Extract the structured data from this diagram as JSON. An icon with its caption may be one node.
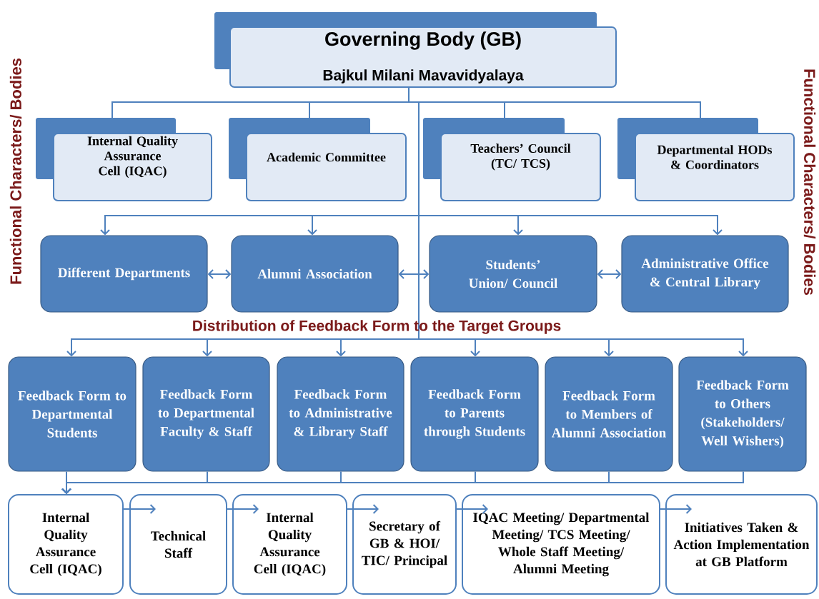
{
  "diagram": {
    "nodes": [
      {
        "text": [
          "Governing Body (GB)",
          "Bajkul Milani Mavavidyalaya"
        ]
      },
      {
        "text": [
          "Internal Quality Assurance Cell (IQAC)"
        ]
      },
      {
        "text": [
          "Academic Committee"
        ]
      },
      {
        "text": [
          "Teachers’ Council (TC/ TCS)"
        ]
      },
      {
        "text": [
          "Departmental HODs & Coordinators"
        ]
      },
      {
        "text": [
          "Different Departments"
        ]
      },
      {
        "text": [
          "Alumni Association"
        ]
      },
      {
        "text": [
          "Students’ Union/ Council"
        ]
      },
      {
        "text": [
          "Administrative Office & Central Library"
        ]
      },
      {
        "text": [
          "Feedback Form to Departmental Students"
        ]
      },
      {
        "text": [
          "Feedback Form to Departmental Faculty & Staff"
        ]
      },
      {
        "text": [
          "Feedback Form to Administrative & Library Staff"
        ]
      },
      {
        "text": [
          "Feedback Form to Parents through Students"
        ]
      },
      {
        "text": [
          "Feedback Form to Members of Alumni Association"
        ]
      },
      {
        "text": [
          "Feedback Form to Others (Stakeholders/ Well Wishers)"
        ]
      },
      {
        "text": [
          "Internal Quality Assurance Cell (IQAC)"
        ]
      },
      {
        "text": [
          "Technical Staff"
        ]
      },
      {
        "text": [
          "Internal Quality Assurance Cell (IQAC)"
        ]
      },
      {
        "text": [
          "Secretary of GB & HOI/ TIC/ Principal"
        ]
      },
      {
        "text": [
          "IQAC Meeting/ Departmental Meeting/ TCS Meeting/ Whole Staff Meeting/ Alumni Meeting"
        ]
      },
      {
        "text": [
          "Initiatives Taken & Action Implementation at GB Platform"
        ]
      }
    ],
    "edges": [
      {
        "from": 0,
        "to": 1,
        "arrow": "none"
      },
      {
        "from": 0,
        "to": 2,
        "arrow": "none"
      },
      {
        "from": 0,
        "to": 3,
        "arrow": "none"
      },
      {
        "from": 0,
        "to": 4,
        "arrow": "none"
      },
      {
        "from": 0,
        "to": 5,
        "arrow": "to"
      },
      {
        "from": 0,
        "to": 6,
        "arrow": "to"
      },
      {
        "from": 0,
        "to": 7,
        "arrow": "to"
      },
      {
        "from": 0,
        "to": 8,
        "arrow": "to"
      },
      {
        "from": 5,
        "to": 6,
        "arrow": "both"
      },
      {
        "from": 6,
        "to": 7,
        "arrow": "both"
      },
      {
        "from": 7,
        "to": 8,
        "arrow": "both"
      },
      {
        "from": 0,
        "to": 9,
        "arrow": "to"
      },
      {
        "from": 0,
        "to": 10,
        "arrow": "to"
      },
      {
        "from": 0,
        "to": 11,
        "arrow": "to"
      },
      {
        "from": 0,
        "to": 12,
        "arrow": "to"
      },
      {
        "from": 0,
        "to": 13,
        "arrow": "to"
      },
      {
        "from": 0,
        "to": 14,
        "arrow": "to"
      },
      {
        "from": 9,
        "to": 15,
        "arrow": "to"
      },
      {
        "from": 10,
        "to": 15,
        "arrow": "to"
      },
      {
        "from": 11,
        "to": 15,
        "arrow": "to"
      },
      {
        "from": 12,
        "to": 15,
        "arrow": "to"
      },
      {
        "from": 13,
        "to": 15,
        "arrow": "to"
      },
      {
        "from": 14,
        "to": 15,
        "arrow": "to"
      },
      {
        "from": 15,
        "to": 16,
        "arrow": "to"
      },
      {
        "from": 16,
        "to": 17,
        "arrow": "to"
      },
      {
        "from": 17,
        "to": 18,
        "arrow": "to"
      },
      {
        "from": 18,
        "to": 19,
        "arrow": "to"
      },
      {
        "from": 19,
        "to": 20,
        "arrow": "to"
      }
    ],
    "labels": [
      "Functional Characters/ Bodies",
      "Functional Characters/ Bodies",
      "Distribution of Feedback Form to the Target Groups"
    ]
  }
}
